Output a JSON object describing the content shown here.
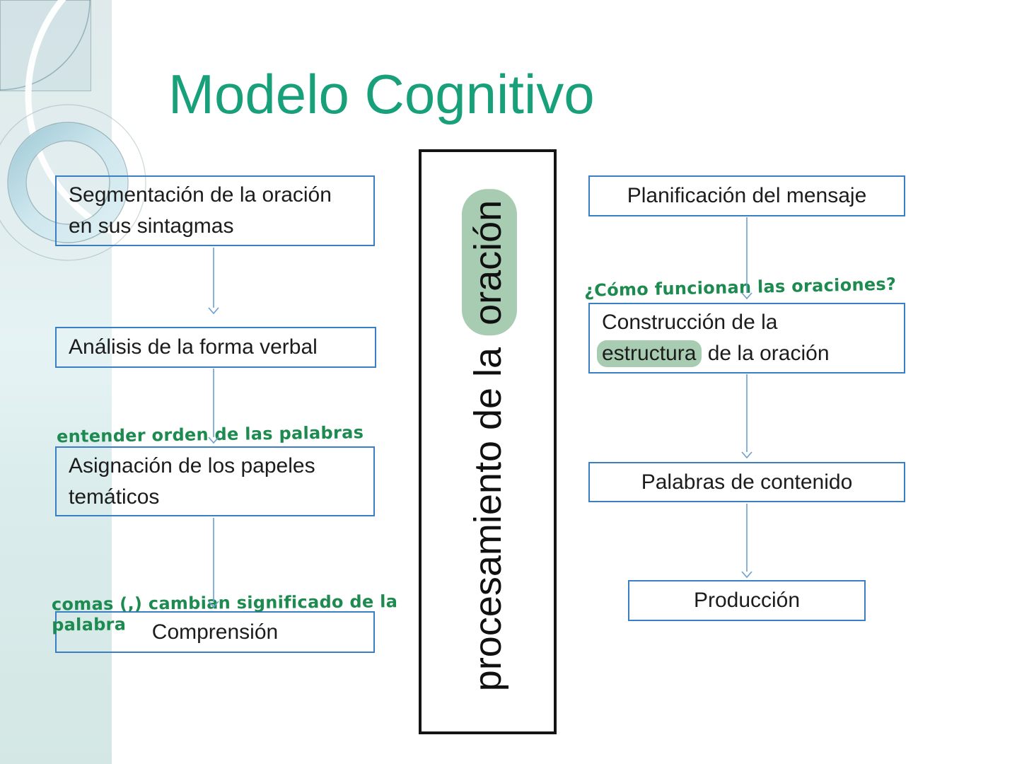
{
  "slide": {
    "title": "Modelo Cognitivo"
  },
  "center_box": {
    "text_prefix": "procesamiento de la ",
    "text_highlight": "oración"
  },
  "left_flow": {
    "box1_line1": "Segmentación de la oración",
    "box1_line2": "en sus sintagmas",
    "box2": "Análisis de la forma verbal",
    "box3_line1": "Asignación de los papeles",
    "box3_line2": "temáticos",
    "box4": "Comprensión",
    "note_order": "entender orden de las palabras",
    "note_commas": "comas (,) cambian significado de la palabra"
  },
  "right_flow": {
    "box1": "Planificación del mensaje",
    "box2_line1": "Construcción de la",
    "box2_highlight": "estructura",
    "box2_line2_rest": " de la oración",
    "box3": "Palabras de contenido",
    "box4": "Producción",
    "note_question": "¿Cómo funcionan las oraciones?"
  },
  "colors": {
    "title_green": "#17a079",
    "handwriting_green": "#1d8a4f",
    "highlight_sage": "#a8ccb2",
    "box_border_blue": "#3a7fc4",
    "arrow_blue": "#6b9fd6"
  }
}
